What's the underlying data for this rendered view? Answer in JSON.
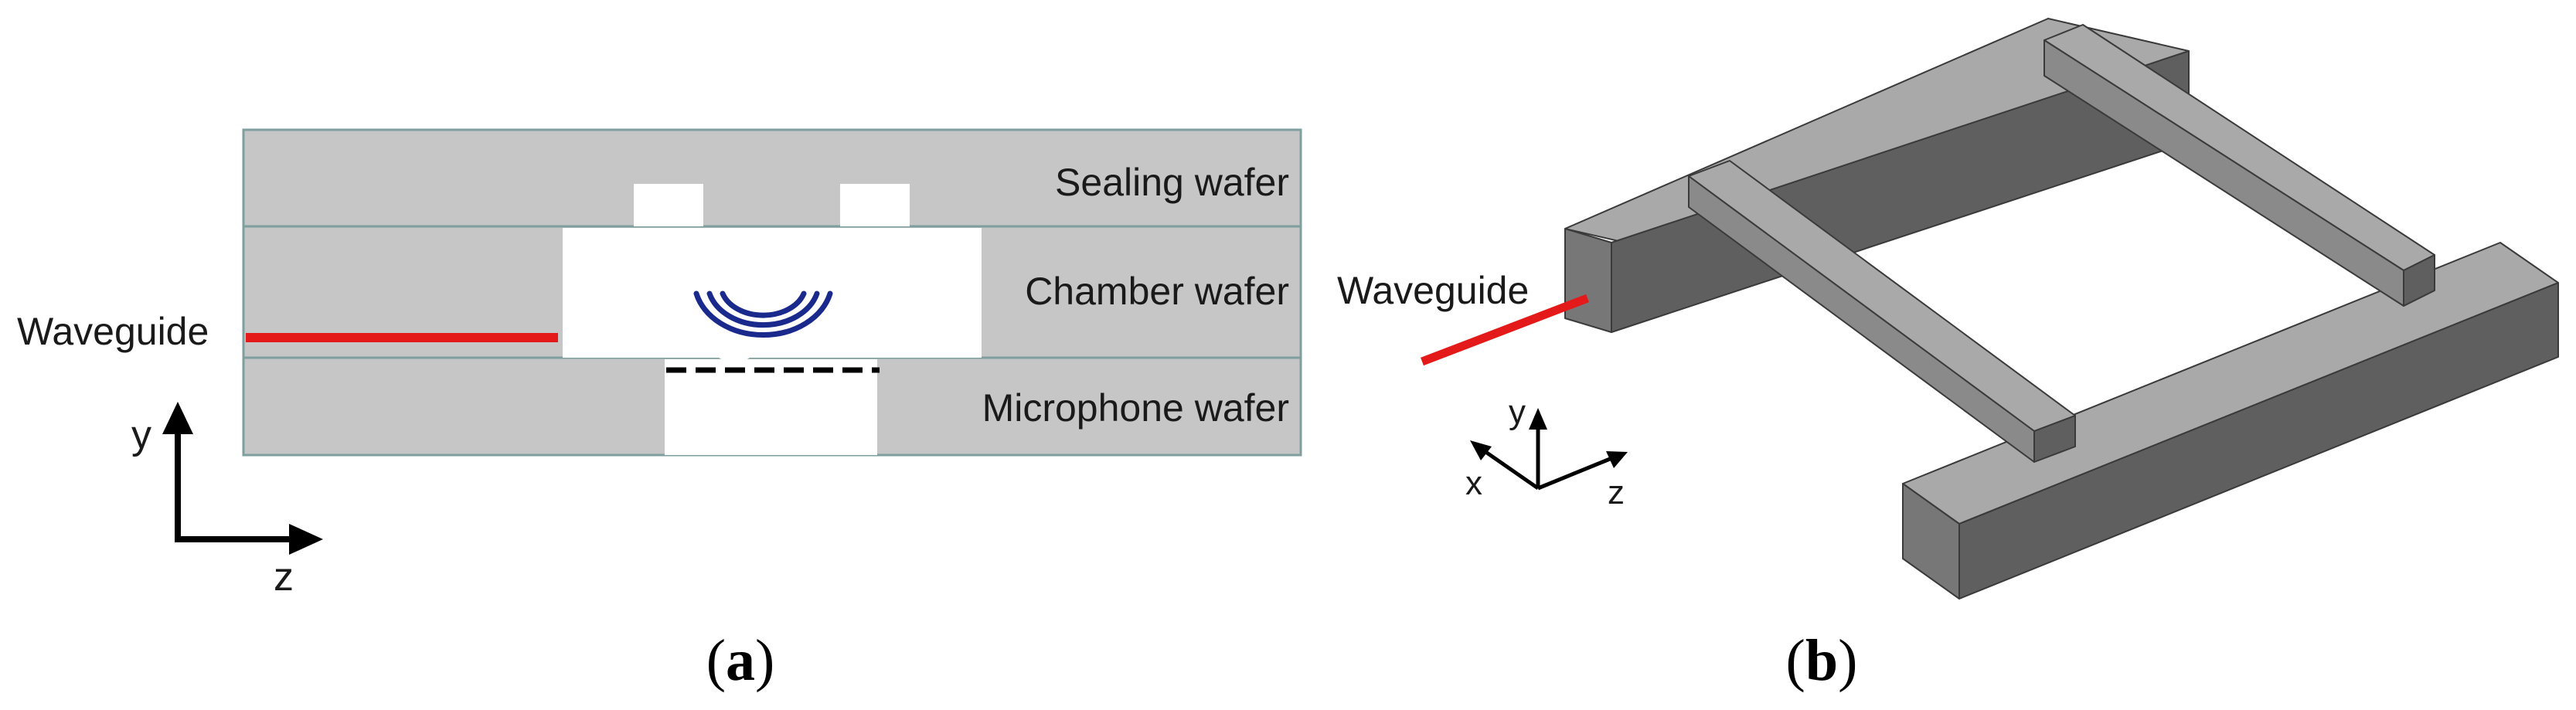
{
  "panel_a": {
    "layers": {
      "sealing": "Sealing wafer",
      "chamber": "Chamber wafer",
      "microphone": "Microphone wafer"
    },
    "waveguide_label": "Waveguide",
    "axis_y": "y",
    "axis_z": "z",
    "caption_open": "(",
    "caption_letter": "a",
    "caption_close": ")"
  },
  "panel_b": {
    "waveguide_label": "Waveguide",
    "axis_y": "y",
    "axis_x": "x",
    "axis_z": "z",
    "caption_open": "(",
    "caption_letter": "b",
    "caption_close": ")"
  },
  "colors": {
    "wafer_fill": "#c6c6c6",
    "wafer_edge": "#7f9f9f",
    "waveguide": "#e41a1a",
    "sound_waves": "#1a2a8c",
    "box_front": "#777777",
    "box_top": "#a9a9a9",
    "box_side": "#5f5f5f"
  }
}
